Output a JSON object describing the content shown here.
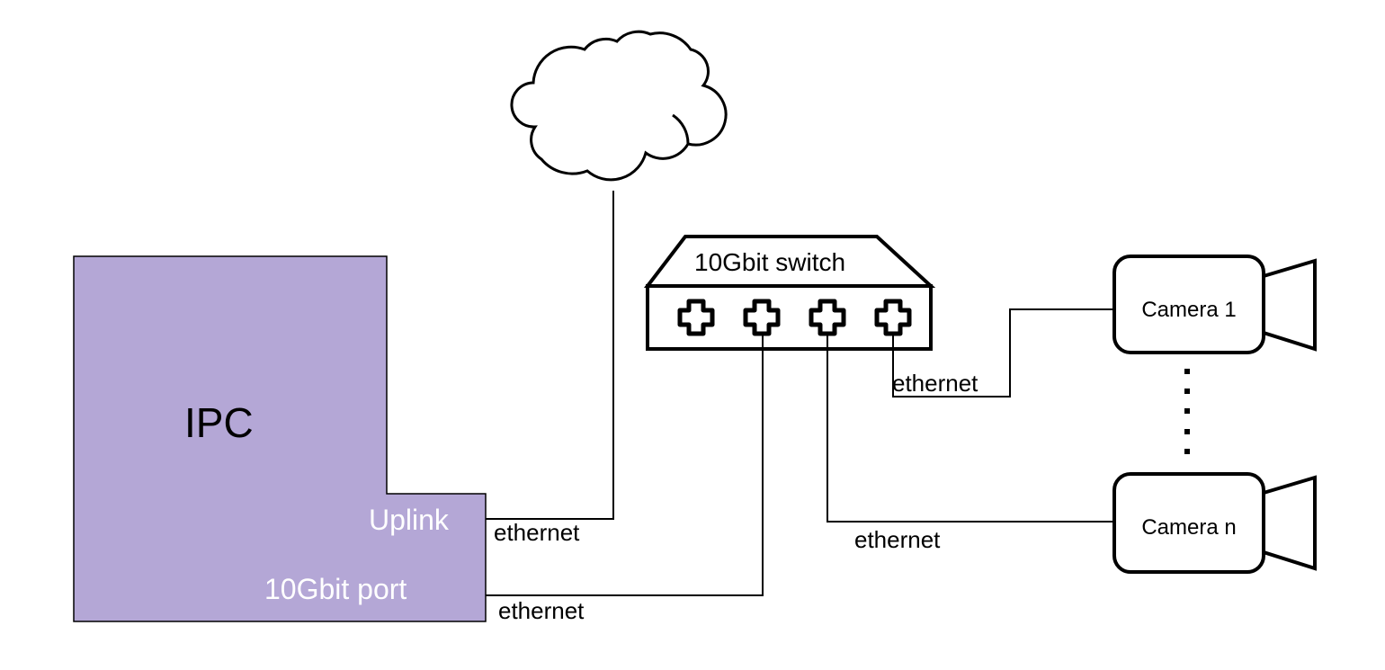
{
  "ipc": {
    "label": "IPC",
    "uplink_label": "Uplink",
    "port_label": "10Gbit port",
    "fill": "#b4a7d6"
  },
  "switch": {
    "label": "10Gbit switch",
    "port_count": 4
  },
  "cameras": [
    {
      "label": "Camera 1"
    },
    {
      "label": "Camera n"
    }
  ],
  "links": [
    {
      "label": "ethernet",
      "from": "Uplink",
      "to": "cloud"
    },
    {
      "label": "ethernet",
      "from": "10Gbit port",
      "to": "switch port 2"
    },
    {
      "label": "ethernet",
      "from": "switch port 4",
      "to": "Camera 1"
    },
    {
      "label": "ethernet",
      "from": "switch port 3",
      "to": "Camera n"
    }
  ],
  "colors": {
    "stroke": "#000000",
    "ipc_text": "#ffffff"
  }
}
